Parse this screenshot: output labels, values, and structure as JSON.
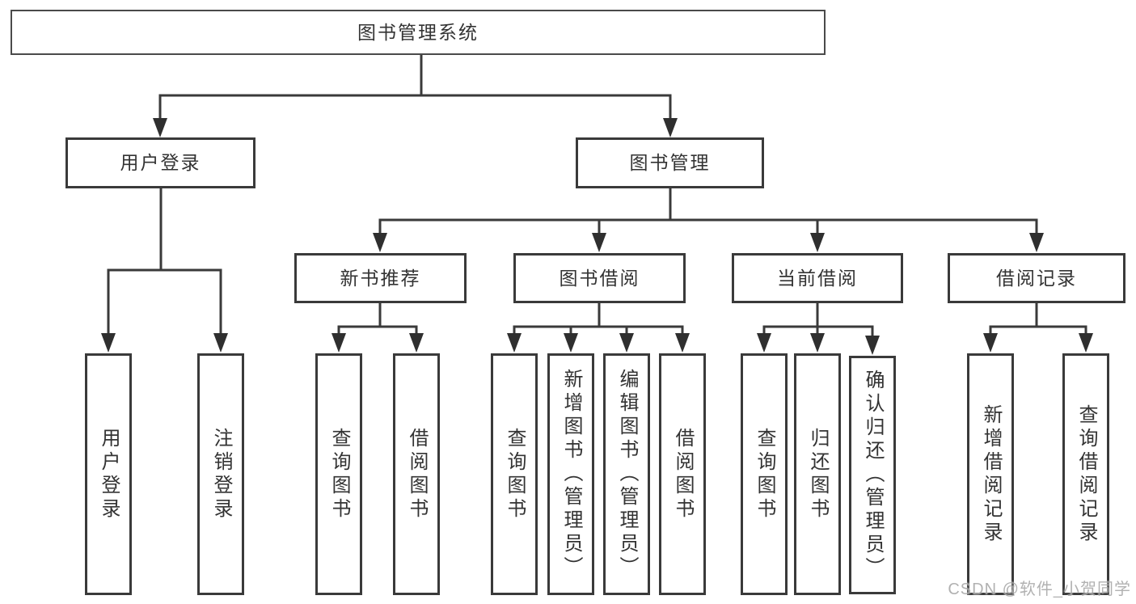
{
  "tree": {
    "label": "图书管理系统",
    "children": [
      {
        "label": "用户登录",
        "children": [
          {
            "label": "用户登录"
          },
          {
            "label": "注销登录"
          }
        ]
      },
      {
        "label": "图书管理",
        "children": [
          {
            "label": "新书推荐",
            "children": [
              {
                "label": "查询图书"
              },
              {
                "label": "借阅图书"
              }
            ]
          },
          {
            "label": "图书借阅",
            "children": [
              {
                "label": "查询图书"
              },
              {
                "label": "新增图书（管理员）"
              },
              {
                "label": "编辑图书（管理员）"
              },
              {
                "label": "借阅图书"
              }
            ]
          },
          {
            "label": "当前借阅",
            "children": [
              {
                "label": "查询图书"
              },
              {
                "label": "归还图书"
              },
              {
                "label": "确认归还（管理员）"
              }
            ]
          },
          {
            "label": "借阅记录",
            "children": [
              {
                "label": "新增借阅记录"
              },
              {
                "label": "查询借阅记录"
              }
            ]
          }
        ]
      }
    ]
  },
  "watermark": {
    "text": "CSDN @软件_小贺同学"
  },
  "colors": {
    "line": "#3a3a3a",
    "border": "#3a3a3a",
    "text": "#333333",
    "background": "#ffffff",
    "watermark": "#9e9e9e"
  }
}
